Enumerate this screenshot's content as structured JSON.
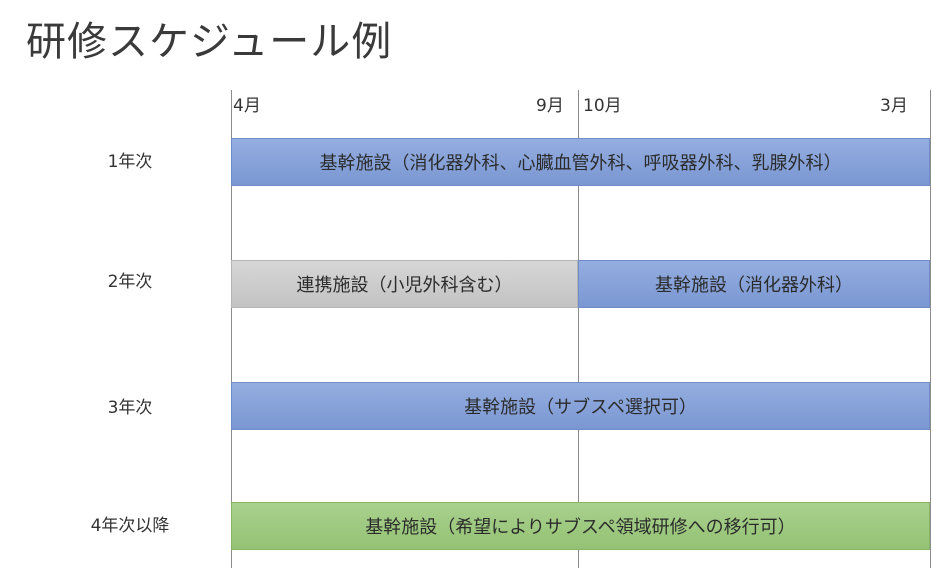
{
  "title": "研修スケジュール例",
  "timeline": {
    "months": [
      "4月",
      "9月",
      "10月",
      "3月"
    ]
  },
  "rows": [
    {
      "year": "1年次",
      "bars": [
        {
          "label": "基幹施設（消化器外科、心臓血管外科、呼吸器外科、乳腺外科）",
          "color": "#8fa9dc",
          "start_month": "4月",
          "end_month": "3月"
        }
      ]
    },
    {
      "year": "2年次",
      "bars": [
        {
          "label": "連携施設（小児外科含む）",
          "color": "#cccccc",
          "start_month": "4月",
          "end_month": "9月"
        },
        {
          "label": "基幹施設（消化器外科）",
          "color": "#8fa9dc",
          "start_month": "10月",
          "end_month": "3月"
        }
      ]
    },
    {
      "year": "3年次",
      "bars": [
        {
          "label": "基幹施設（サブスペ選択可）",
          "color": "#8fa9dc",
          "start_month": "4月",
          "end_month": "3月"
        }
      ]
    },
    {
      "year": "4年次以降",
      "bars": [
        {
          "label": "基幹施設（希望によりサブスペ領域研修への移行可）",
          "color": "#a6cf8b",
          "start_month": "4月",
          "end_month": "3月"
        }
      ]
    }
  ]
}
